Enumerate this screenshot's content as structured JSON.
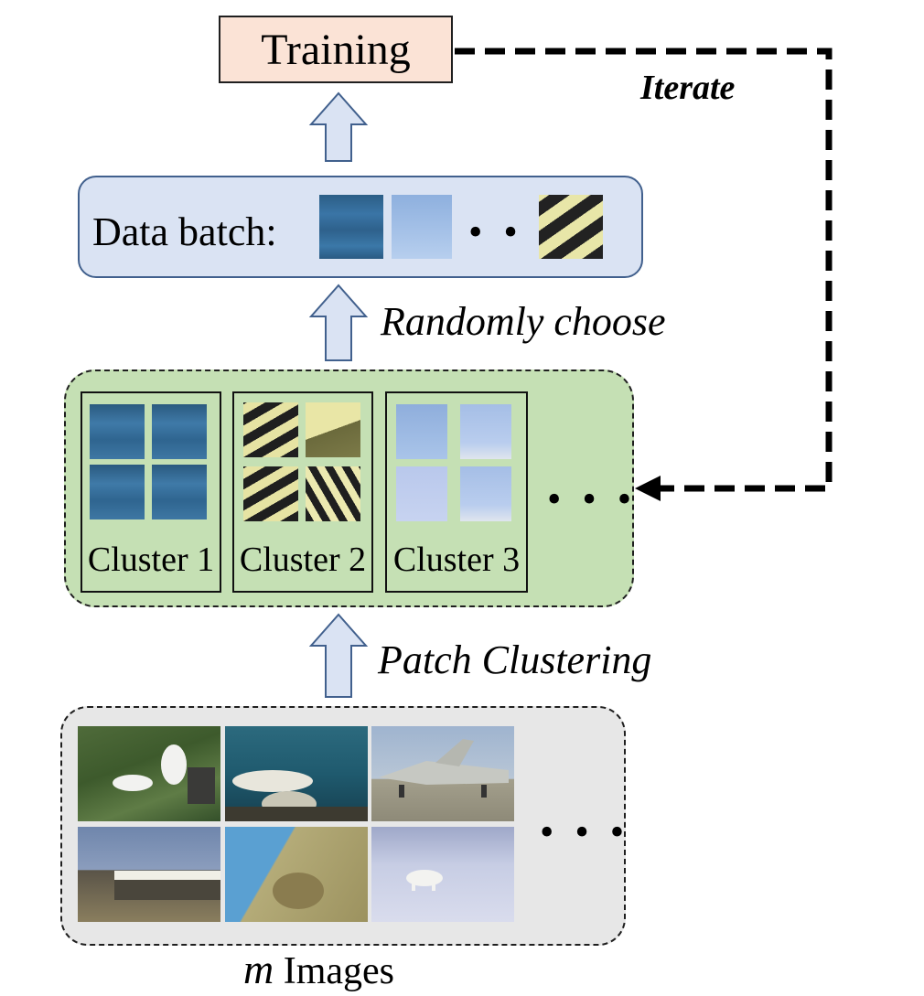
{
  "training": {
    "label": "Training"
  },
  "iterate": {
    "label": "Iterate"
  },
  "batch": {
    "label": "Data batch:",
    "ellipsis": "• • •"
  },
  "randomly": {
    "label": "Randomly choose"
  },
  "clusters": {
    "items": [
      {
        "label": "Cluster 1"
      },
      {
        "label": "Cluster 2"
      },
      {
        "label": "Cluster 3"
      }
    ],
    "ellipsis": "• • •"
  },
  "patch_clustering": {
    "label": "Patch Clustering"
  },
  "images": {
    "label_var": "m",
    "label_text": " Images",
    "ellipsis": "• • •"
  },
  "colors": {
    "training_fill": "#fbe3d6",
    "batch_fill": "#dae3f3",
    "cluster_fill": "#c5e0b4",
    "images_fill": "#e7e7e7",
    "arrow_fill": "#dae3f3",
    "arrow_stroke": "#41608d"
  }
}
